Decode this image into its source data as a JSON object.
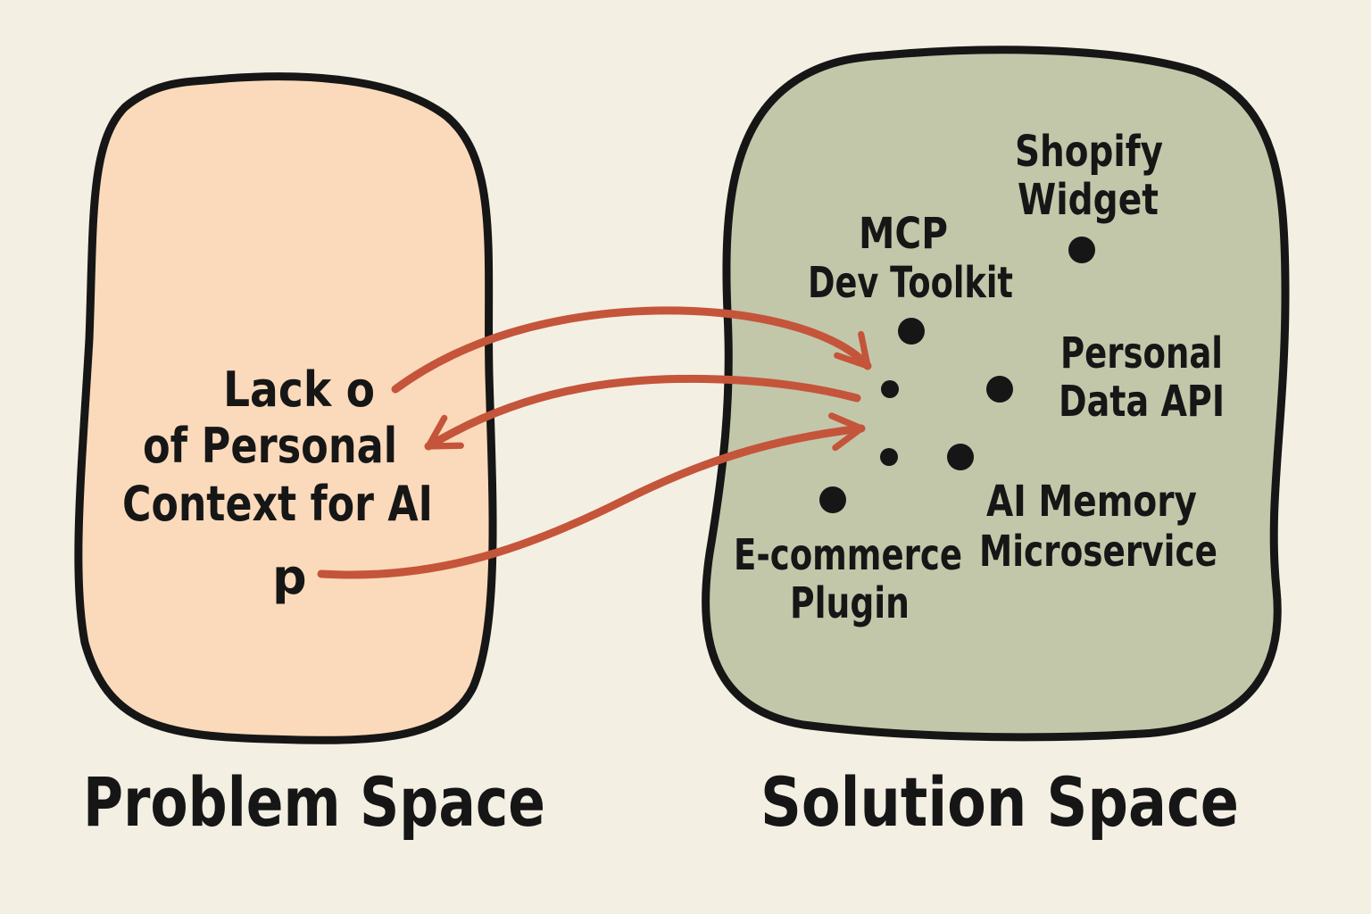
{
  "colors": {
    "background": "#f4efe3",
    "problem_fill": "#fbdabb",
    "solution_fill": "#c3c7aa",
    "arrow": "#c4553a",
    "ink": "#161616"
  },
  "problem": {
    "title": "Problem Space",
    "lines": [
      "Lack o",
      "of Personal",
      "Context for AI",
      "p"
    ]
  },
  "solution": {
    "title": "Solution Space",
    "items": [
      {
        "lines": [
          "Shopify",
          "Widget"
        ]
      },
      {
        "lines": [
          "MCP",
          "Dev Toolkit"
        ]
      },
      {
        "lines": [
          "Personal",
          "Data API"
        ]
      },
      {
        "lines": [
          "AI Memory",
          "Microservice"
        ]
      },
      {
        "lines": [
          "E-commerce",
          "Plugin"
        ]
      }
    ]
  }
}
